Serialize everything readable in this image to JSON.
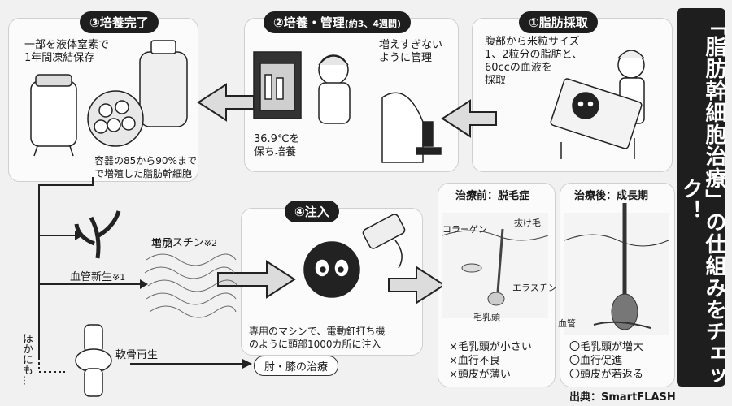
{
  "title": "「脂肪幹細胞治療」の仕組みをチェック！",
  "credit": "出典：SmartFLASH",
  "steps": {
    "s1": {
      "label": "①脂肪採取",
      "desc": "腹部から米粒サイズ\n1、2粒分の脂肪と、\n60ccの血液を\n採取"
    },
    "s2": {
      "label": "②培養・管理",
      "label_sub": "(約3、4週間)",
      "temp": "36.9℃を\n保ち培養",
      "note": "増えすぎない\nように管理"
    },
    "s3": {
      "label": "③培養完了",
      "freeze": "一部を液体窒素で\n1年間凍結保存",
      "grown": "容器の85から90%まで\nで増殖した脂肪幹細胞"
    },
    "s4": {
      "label": "④注入",
      "desc": "専用のマシンで、電動釘打ち機\nのように頭部1000カ所に注入"
    }
  },
  "effects": {
    "vessel": "血管新生",
    "vessel_note": "※1",
    "elastin": "エラスチン",
    "elastin_note": "※2",
    "elastin_increase": "増加",
    "others": "ほかにも…",
    "cartilage": "軟骨再生",
    "joint_box": "肘・膝の治療"
  },
  "before": {
    "label": "治療前：脱毛症",
    "collagen": "コラーゲン",
    "hair_out": "抜け毛",
    "elastin": "エラスチン",
    "papilla": "毛乳頭",
    "items": [
      "×毛乳頭が小さい",
      "×血行不良",
      "×頭皮が薄い"
    ]
  },
  "after": {
    "label": "治療後：成長期",
    "vessel": "血管",
    "items": [
      "〇毛乳頭が増大",
      "〇血行促進",
      "〇頭皮が若返る"
    ]
  }
}
